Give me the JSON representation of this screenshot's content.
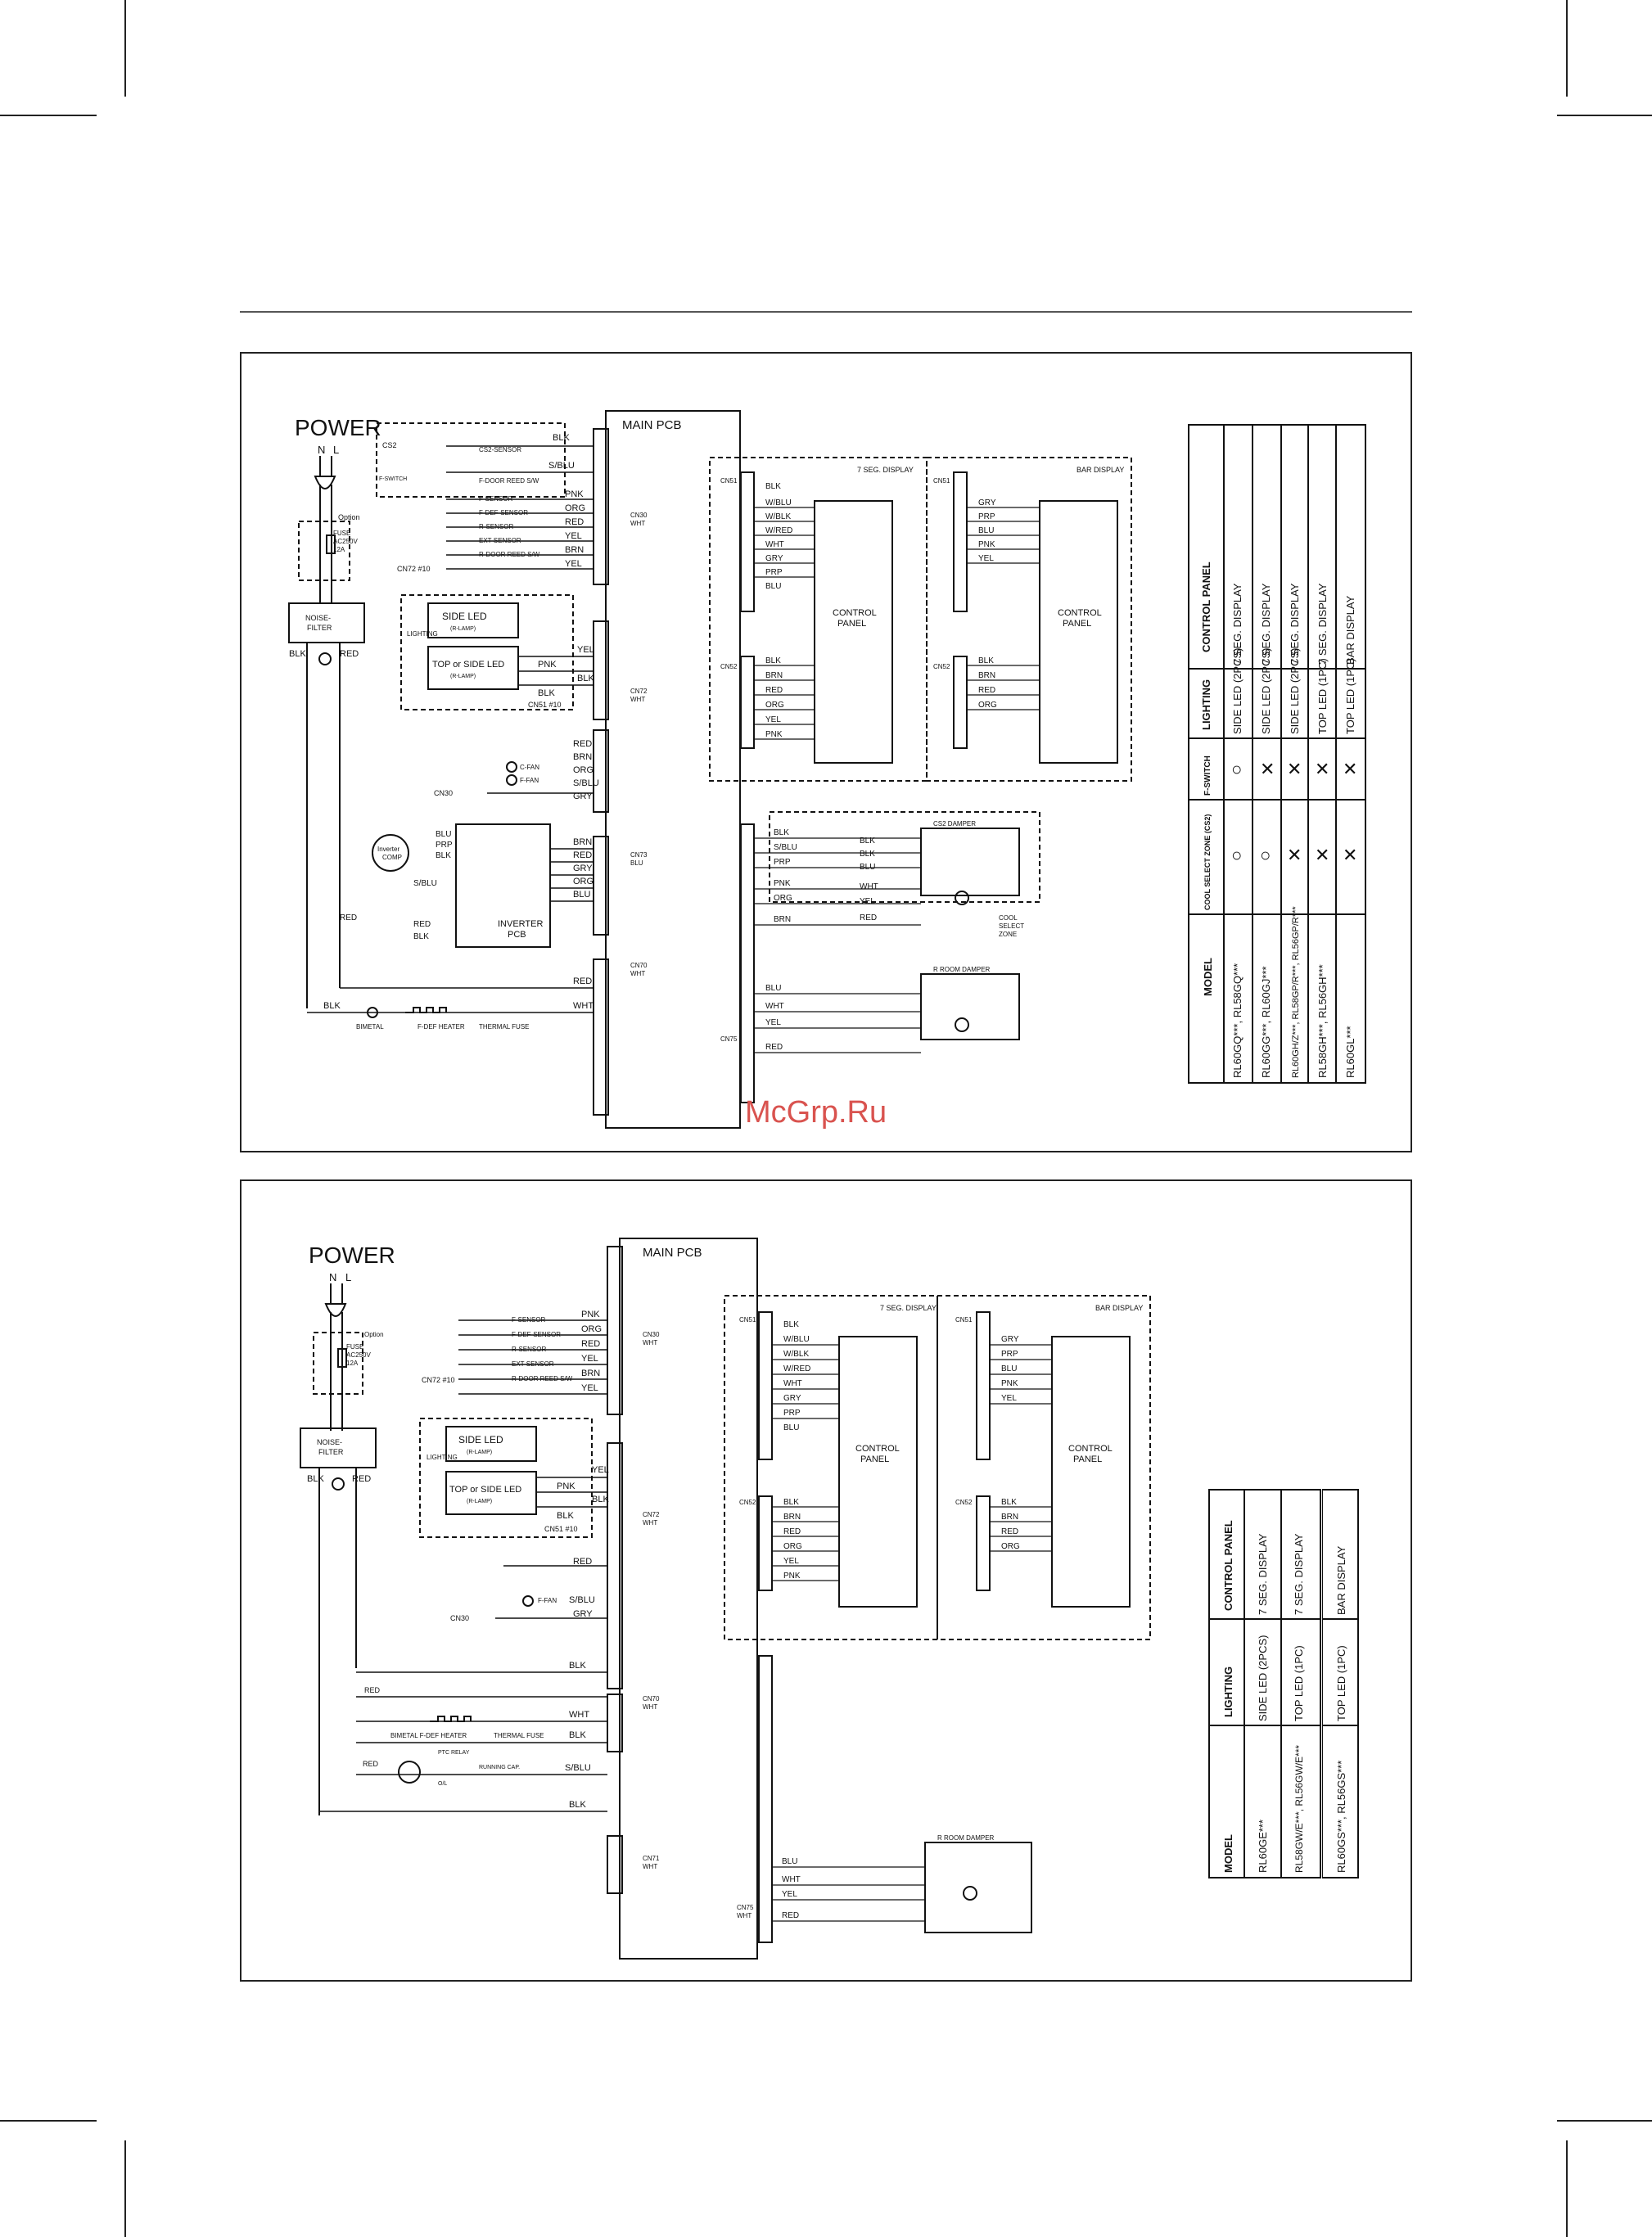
{
  "watermark": "McGrp.Ru",
  "d1": {
    "power": "POWER",
    "n": "N",
    "l": "L",
    "main_pcb": "MAIN PCB",
    "option": "Option",
    "fuse": "FUSE",
    "fuse_rating": "AC250V",
    "fuse_amps": "12A",
    "noise_filter_1": "NOISE-",
    "noise_filter_2": "FILTER",
    "cs2_box": "CS2",
    "fswitch_box": "F-SWITCH",
    "cn30": "CN30",
    "cn72": "CN72",
    "cn73": "CN73",
    "cn70": "CN70",
    "cn75": "CN75",
    "cn51": "CN51",
    "cn52": "CN52",
    "wht": "WHT",
    "blu": "BLU",
    "cn72_ref": "CN72 #10",
    "cn30_ref": "CN30",
    "cn51_ref": "CN51 #10",
    "lighting": "LIGHTING",
    "side_led": "SIDE LED",
    "r_lamp": "(R-LAMP)",
    "top_side_led": "TOP or SIDE LED",
    "seg_display": "7 SEG. DISPLAY",
    "bar_display": "BAR DISPLAY",
    "control_panel_1": "CONTROL",
    "control_panel_2": "PANEL",
    "cs2_damper": "CS2 DAMPER",
    "r_room_damper": "R ROOM DAMPER",
    "cool_select_1": "COOL",
    "cool_select_2": "SELECT",
    "cool_select_3": "ZONE",
    "inverter_1": "INVERTER",
    "inverter_2": "PCB",
    "inverter_comp_1": "Inverter",
    "inverter_comp_2": "COMP",
    "bimetal": "BIMETAL",
    "fdef_heater": "F-DEF HEATER",
    "thermal_fuse": "THERMAL FUSE",
    "sensors": [
      "CS2-SENSOR",
      "F-DOOR REED S/W",
      "F-SENSOR",
      "F-DEF-SENSOR",
      "R-SENSOR",
      "EXT-SENSOR",
      "R-DOOR REED S/W"
    ],
    "cn30_wires": [
      "BLK",
      "S/BLU",
      "PNK",
      "ORG",
      "RED",
      "YEL",
      "BRN",
      "YEL"
    ],
    "cn72_wires": [
      "YEL",
      "PNK",
      "BLK",
      "RED",
      "BRN",
      "ORG",
      "S/BLU",
      "GRY"
    ],
    "fan_labels": [
      "C-FAN",
      "F-FAN"
    ],
    "cn73_wires": [
      "BRN",
      "RED",
      "GRY",
      "ORG",
      "BLU"
    ],
    "inv_left": [
      "BLU",
      "PRP",
      "BLK",
      "S/BLU",
      "RED",
      "BLK"
    ],
    "cn70_wires": [
      "RED",
      "WHT",
      "BLK"
    ],
    "cn51_wires": [
      "BLK",
      "W/BLU",
      "W/BLK",
      "W/RED",
      "WHT",
      "GRY",
      "PRP",
      "BLU"
    ],
    "cn52_wires": [
      "BLK",
      "BRN",
      "RED",
      "ORG",
      "YEL",
      "PNK"
    ],
    "bar_cn51_wires": [
      "GRY",
      "PRP",
      "BLU",
      "PNK",
      "YEL"
    ],
    "bar_cn52_wires": [
      "BLK",
      "BRN",
      "RED",
      "ORG"
    ],
    "cs2_damper_wires": [
      "BLK",
      "S/BLU",
      "PRP",
      "PNK",
      "ORG",
      "BRN"
    ],
    "cs2_damper_right": [
      "BLK",
      "BLK",
      "BLU",
      "WHT",
      "YEL",
      "RED"
    ],
    "r_damper_wires": [
      "BLU",
      "WHT",
      "YEL",
      "RED"
    ]
  },
  "table1": {
    "headers": [
      "MODEL",
      "COOL SELECT ZONE (CS2)",
      "F-SWITCH",
      "LIGHTING",
      "CONTROL PANEL"
    ],
    "rows": [
      {
        "model": "RL60GQ***, RL58GQ***",
        "cs2": "○",
        "fsw": "○",
        "lighting": "SIDE LED (2PCS)",
        "panel": "7 SEG. DISPLAY"
      },
      {
        "model": "RL60GG***, RL60GJ***",
        "cs2": "○",
        "fsw": "✕",
        "lighting": "SIDE LED (2PCS)",
        "panel": "7 SEG. DISPLAY"
      },
      {
        "model": "RL60GH/Z***, RL58GP/R***, RL56GP/R***",
        "cs2": "✕",
        "fsw": "✕",
        "lighting": "SIDE LED (2PCS)",
        "panel": "7 SEG. DISPLAY"
      },
      {
        "model": "RL58GH***, RL56GH***",
        "cs2": "✕",
        "fsw": "✕",
        "lighting": "TOP LED (1PC)",
        "panel": "7 SEG. DISPLAY"
      },
      {
        "model": "RL60GL***",
        "cs2": "✕",
        "fsw": "✕",
        "lighting": "TOP LED (1PC)",
        "panel": "BAR DISPLAY"
      }
    ]
  },
  "d2": {
    "power": "POWER",
    "n": "N",
    "l": "L",
    "main_pcb": "MAIN PCB",
    "option": "Option",
    "fuse": "FUSE",
    "fuse_rating": "AC250V",
    "fuse_amps": "12A",
    "noise_filter_1": "NOISE-",
    "noise_filter_2": "FILTER",
    "cn30": "CN30",
    "cn72": "CN72",
    "cn70": "CN70",
    "cn71": "CN71",
    "cn75": "CN75",
    "cn51": "CN51",
    "cn52": "CN52",
    "wht": "WHT",
    "cn72_ref": "CN72 #10",
    "cn30_ref": "CN30",
    "cn51_ref": "CN51 #10",
    "lighting": "LIGHTING",
    "side_led": "SIDE LED",
    "r_lamp": "(R-LAMP)",
    "top_side_led": "TOP or SIDE LED",
    "seg_display": "7 SEG. DISPLAY",
    "bar_display": "BAR DISPLAY",
    "control_panel_1": "CONTROL",
    "control_panel_2": "PANEL",
    "r_room_damper": "R ROOM DAMPER",
    "bimetal_heater": "BIMETAL F-DEF HEATER",
    "thermal_fuse": "THERMAL FUSE",
    "ptc_relay": "PTC RELAY",
    "overload": "O/L",
    "running_cap": "RUNNING CAP.",
    "sensors": [
      "F-SENSOR",
      "F-DEF-SENSOR",
      "R-SENSOR",
      "EXT-SENSOR",
      "R-DOOR REED S/W"
    ],
    "cn30_wires": [
      "PNK",
      "ORG",
      "RED",
      "YEL",
      "BRN",
      "YEL"
    ],
    "cn72_wires": [
      "YEL",
      "PNK",
      "BLK",
      "BLK",
      "RED",
      "S/BLU",
      "GRY"
    ],
    "fan_label": "F-FAN",
    "cn70_wires": [
      "BLK",
      "RED",
      "WHT",
      "BLK",
      "S/BLU",
      "BLK",
      "RED"
    ],
    "cn51_wires": [
      "BLK",
      "W/BLU",
      "W/BLK",
      "W/RED",
      "WHT",
      "GRY",
      "PRP",
      "BLU"
    ],
    "cn52_wires": [
      "BLK",
      "BRN",
      "RED",
      "ORG",
      "YEL",
      "PNK"
    ],
    "bar_cn51_wires": [
      "GRY",
      "PRP",
      "BLU",
      "PNK",
      "YEL"
    ],
    "bar_cn52_wires": [
      "BLK",
      "BRN",
      "RED",
      "ORG"
    ],
    "r_damper_wires": [
      "BLU",
      "WHT",
      "YEL",
      "RED"
    ]
  },
  "table2": {
    "headers": [
      "MODEL",
      "LIGHTING",
      "CONTROL PANEL"
    ],
    "rows": [
      {
        "model": "RL60GE***",
        "lighting": "SIDE LED (2PCS)",
        "panel": "7 SEG. DISPLAY"
      },
      {
        "model": "RL58GW/E***, RL56GW/E***",
        "lighting": "TOP LED (1PC)",
        "panel": "7 SEG. DISPLAY"
      },
      {
        "model": "RL60GS***, RL56GS***",
        "lighting": "TOP LED (1PC)",
        "panel": "BAR DISPLAY"
      }
    ]
  }
}
